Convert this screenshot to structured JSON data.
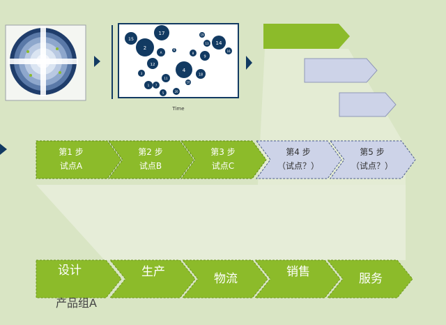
{
  "top_left_panel": {
    "corner_tl": "",
    "corner_tr": "",
    "corner_bl": "",
    "corner_br": ""
  },
  "bubble_chart": {
    "x_axis_label": "Time",
    "bubbles": [
      {
        "label": "17"
      },
      {
        "label": "15"
      },
      {
        "label": "2"
      },
      {
        "label": "A"
      },
      {
        "label": "12"
      },
      {
        "label": "3"
      },
      {
        "label": "4"
      },
      {
        "label": "11"
      },
      {
        "label": "7"
      },
      {
        "label": "1"
      },
      {
        "label": "5"
      },
      {
        "label": "20"
      },
      {
        "label": "19"
      },
      {
        "label": "18"
      },
      {
        "label": "14"
      },
      {
        "label": "13"
      },
      {
        "label": "10"
      },
      {
        "label": "9"
      },
      {
        "label": "8"
      },
      {
        "label": "6"
      },
      {
        "label": "16"
      }
    ]
  },
  "steps": [
    {
      "line1": "第1 步",
      "line2": "试点A"
    },
    {
      "line1": "第2 步",
      "line2": "试点B"
    },
    {
      "line1": "第3 步",
      "line2": "试点C"
    },
    {
      "line1": "第4 步",
      "line2": "（试点？）"
    },
    {
      "line1": "第5 步",
      "line2": "（试点？）"
    }
  ],
  "value_chain": [
    {
      "label": "设计"
    },
    {
      "label": "生产"
    },
    {
      "label": "物流"
    },
    {
      "label": "销售"
    },
    {
      "label": "服务"
    }
  ],
  "product_group_label": "产品组A",
  "colors": {
    "background": "#d9e5c4",
    "green": "#8cbb2a",
    "lavender": "#cdd3e8",
    "navy": "#123a62",
    "funnel": "#e6edd8"
  }
}
